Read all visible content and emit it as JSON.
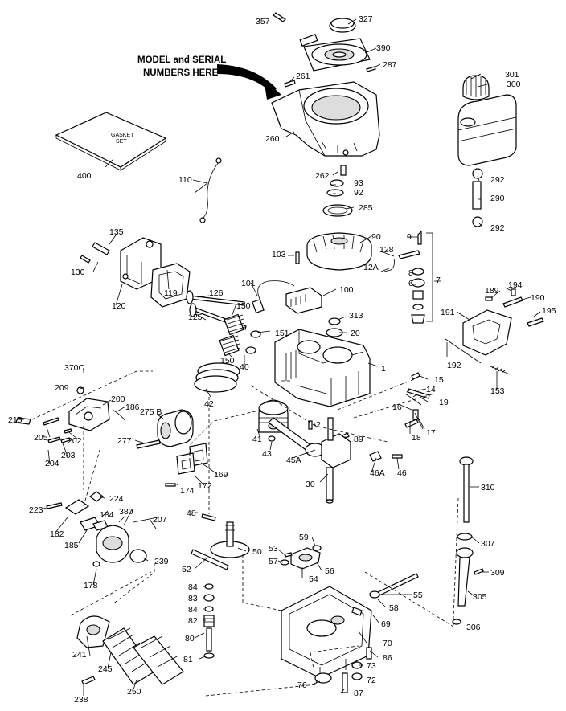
{
  "note": {
    "line1": "MODEL and SERIAL",
    "line2": "NUMBERS HERE"
  },
  "gasket_set": {
    "line1": "GASKET",
    "line2": "SET"
  },
  "parts": {
    "p357": "357",
    "p327": "327",
    "p390": "390",
    "p287": "287",
    "p261": "261",
    "p260": "260",
    "p301": "301",
    "p300": "300",
    "p400": "400",
    "p262": "262",
    "p93": "93",
    "p92": "92",
    "p292a": "292",
    "p290": "290",
    "p292b": "292",
    "p110": "110",
    "p285": "285",
    "p90": "90",
    "p9": "9",
    "p128": "128",
    "p12A": "12A",
    "p8": "8",
    "p6": "6",
    "p7": "7",
    "p135": "135",
    "p130": "130",
    "p103": "103",
    "p120": "120",
    "p119": "119",
    "p101": "101",
    "p100": "100",
    "p126": "126",
    "p150a": "150",
    "p313": "313",
    "p189": "189",
    "p194": "194",
    "p190": "190",
    "p191": "191",
    "p195": "195",
    "p125": "125",
    "p151": "151",
    "p20": "20",
    "p150b": "150",
    "p40": "40",
    "p192": "192",
    "p370C": "370C",
    "p1": "1",
    "p15": "15",
    "p153": "153",
    "p14": "14",
    "p209": "209",
    "p42": "42",
    "p200": "200",
    "p186": "186",
    "p275B": "275 B",
    "p19": "19",
    "p16": "16",
    "p215": "215",
    "p205": "205",
    "p202": "202",
    "p2": "2",
    "p18": "18",
    "p17": "17",
    "p204": "204",
    "p203": "203",
    "p277": "277",
    "p41": "41",
    "p89": "89",
    "p43": "43",
    "p45A": "45A",
    "p46A": "46A",
    "p46": "46",
    "p169": "169",
    "p174": "174",
    "p172": "172",
    "p30": "30",
    "p310": "310",
    "p224": "224",
    "p223": "223",
    "p184": "184",
    "p380": "380",
    "p207": "207",
    "p48": "48",
    "p182": "182",
    "p185": "185",
    "p239": "239",
    "p59": "59",
    "p307": "307",
    "p178": "178",
    "p52": "52",
    "p50": "50",
    "p53": "53",
    "p57": "57",
    "p56": "56",
    "p54": "54",
    "p309": "309",
    "p84a": "84",
    "p83": "83",
    "p84b": "84",
    "p55": "55",
    "p58": "58",
    "p305": "305",
    "p82": "82",
    "p69": "69",
    "p306": "306",
    "p80": "80",
    "p241": "241",
    "p70": "70",
    "p86": "86",
    "p81": "81",
    "p245": "245",
    "p73": "73",
    "p72": "72",
    "p76": "76",
    "p238": "238",
    "p250": "250",
    "p87": "87"
  }
}
